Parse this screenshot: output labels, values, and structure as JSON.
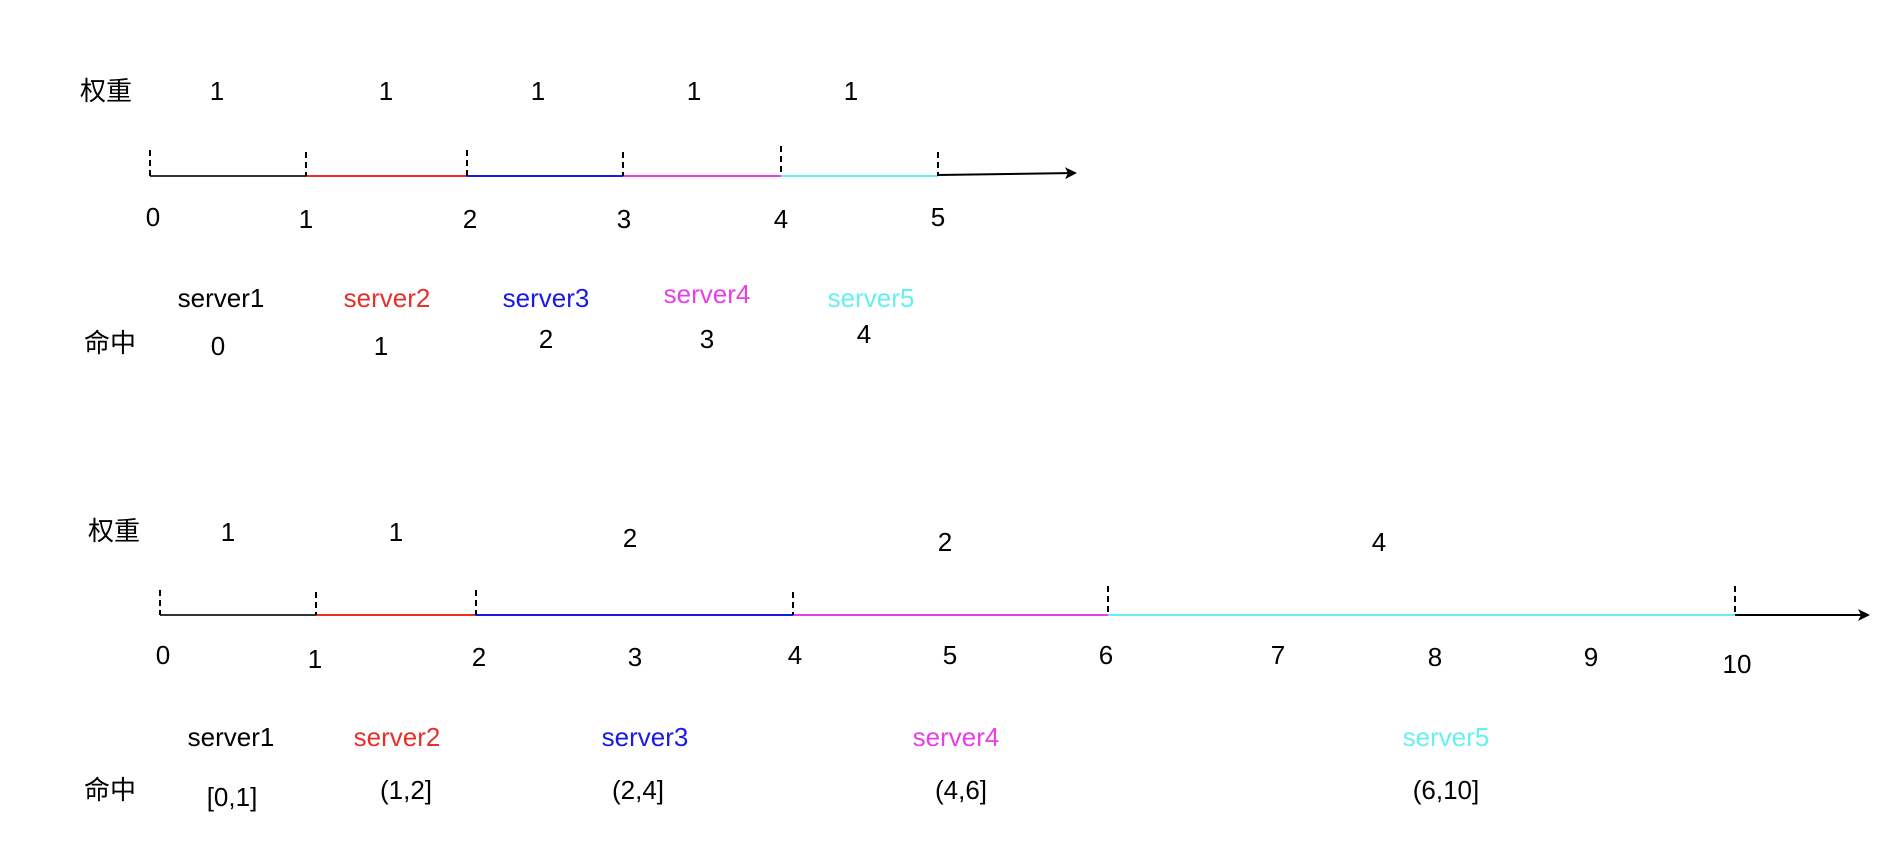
{
  "colors": {
    "axis": "#000000",
    "segments": [
      "#333333",
      "#e8302a",
      "#1a1ae6",
      "#e640e6",
      "#66f0f0"
    ]
  },
  "top": {
    "weight_label": "权重",
    "hit_label": "命中",
    "weights": [
      "1",
      "1",
      "1",
      "1",
      "1"
    ],
    "ticks": [
      "0",
      "1",
      "2",
      "3",
      "4",
      "5"
    ],
    "servers": [
      "server1",
      "server2",
      "server3",
      "server4",
      "server5"
    ],
    "hits": [
      "0",
      "1",
      "2",
      "3",
      "4"
    ]
  },
  "bottom": {
    "weight_label": "权重",
    "hit_label": "命中",
    "weights": [
      "1",
      "1",
      "2",
      "2",
      "4"
    ],
    "ticks": [
      "0",
      "1",
      "2",
      "3",
      "4",
      "5",
      "6",
      "7",
      "8",
      "9",
      "10"
    ],
    "servers": [
      "server1",
      "server2",
      "server3",
      "server4",
      "server5"
    ],
    "hits": [
      "[0,1]",
      "(1,2]",
      "(2,4]",
      "(4,6]",
      "(6,10]"
    ]
  }
}
